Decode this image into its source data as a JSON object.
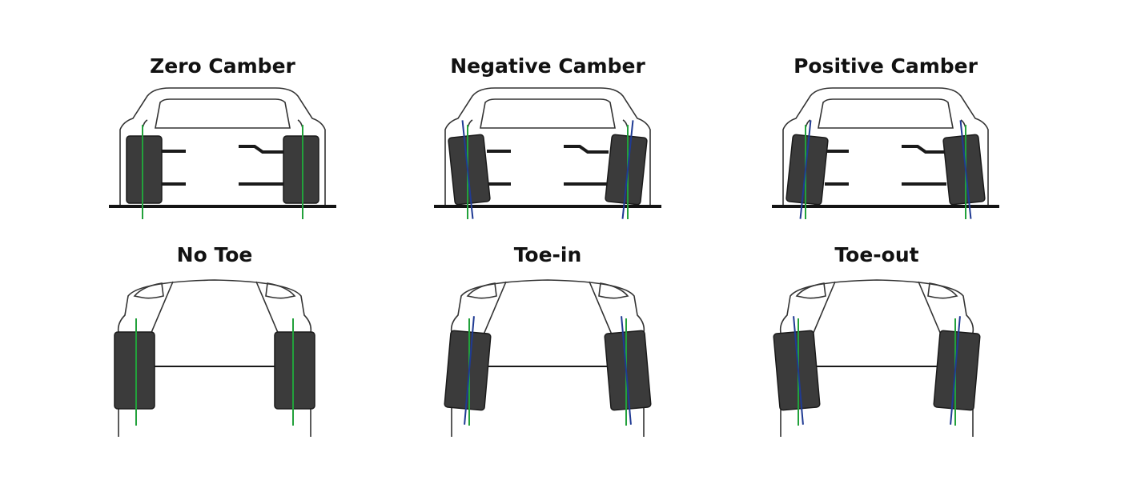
{
  "colors": {
    "tire": "#3b3b3b",
    "reference_line": "#22a13b",
    "deviation_line": "#1f3a93",
    "outline": "#333333",
    "ground": "#141414"
  },
  "diagrams": [
    {
      "title": "Zero Camber",
      "view": "front",
      "tilt_deg": 0
    },
    {
      "title": "Negative Camber",
      "view": "front",
      "tilt_deg": 6
    },
    {
      "title": "Positive Camber",
      "view": "front",
      "tilt_deg": -6
    },
    {
      "title": "No Toe",
      "view": "top",
      "tilt_deg": 0
    },
    {
      "title": "Toe-in",
      "view": "top",
      "tilt_deg": 5
    },
    {
      "title": "Toe-out",
      "view": "top",
      "tilt_deg": -5
    }
  ]
}
